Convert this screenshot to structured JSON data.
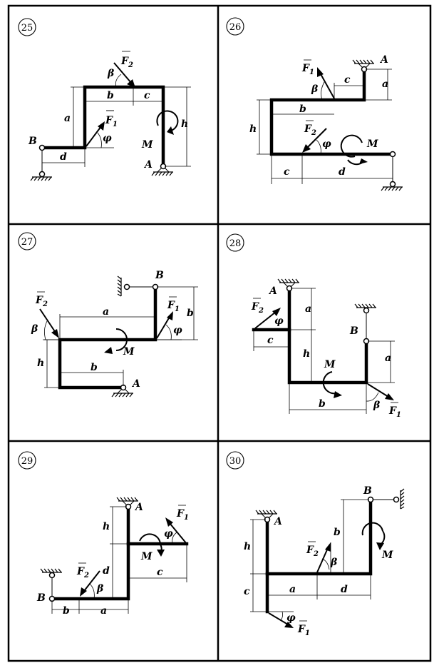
{
  "problems": [
    {
      "number": "25",
      "labels": {
        "B": "B",
        "A": "A",
        "F1": "F",
        "F1_sub": "1",
        "F2": "F",
        "F2_sub": "2",
        "M": "M",
        "a": "a",
        "b": "b",
        "c": "c",
        "d": "d",
        "h": "h",
        "beta": "β",
        "phi": "φ"
      }
    },
    {
      "number": "26",
      "labels": {
        "A": "A",
        "F1": "F",
        "F1_sub": "1",
        "F2": "F",
        "F2_sub": "2",
        "M": "M",
        "a": "a",
        "b": "b",
        "c": "c",
        "c2": "c",
        "d": "d",
        "h": "h",
        "beta": "β",
        "phi": "φ"
      }
    },
    {
      "number": "27",
      "labels": {
        "B": "B",
        "A": "A",
        "F1": "F",
        "F1_sub": "1",
        "F2": "F",
        "F2_sub": "2",
        "M": "M",
        "a": "a",
        "b": "b",
        "b2": "b",
        "h": "h",
        "beta": "β",
        "phi": "φ"
      }
    },
    {
      "number": "28",
      "labels": {
        "A": "A",
        "B": "B",
        "F1": "F",
        "F1_sub": "1",
        "F2": "F",
        "F2_sub": "2",
        "M": "M",
        "a": "a",
        "a2": "a",
        "b": "b",
        "c": "c",
        "h": "h",
        "beta": "β",
        "phi": "φ"
      }
    },
    {
      "number": "29",
      "labels": {
        "A": "A",
        "B": "B",
        "F1": "F",
        "F1_sub": "1",
        "F2": "F",
        "F2_sub": "2",
        "M": "M",
        "a": "a",
        "b": "b",
        "c": "c",
        "d": "d",
        "h": "h",
        "beta": "β",
        "phi": "φ"
      }
    },
    {
      "number": "30",
      "labels": {
        "A": "A",
        "B": "B",
        "F1": "F",
        "F1_sub": "1",
        "F2": "F",
        "F2_sub": "2",
        "M": "M",
        "a": "a",
        "b": "b",
        "c": "c",
        "d": "d",
        "h": "h",
        "beta": "β",
        "phi": "φ"
      }
    }
  ]
}
